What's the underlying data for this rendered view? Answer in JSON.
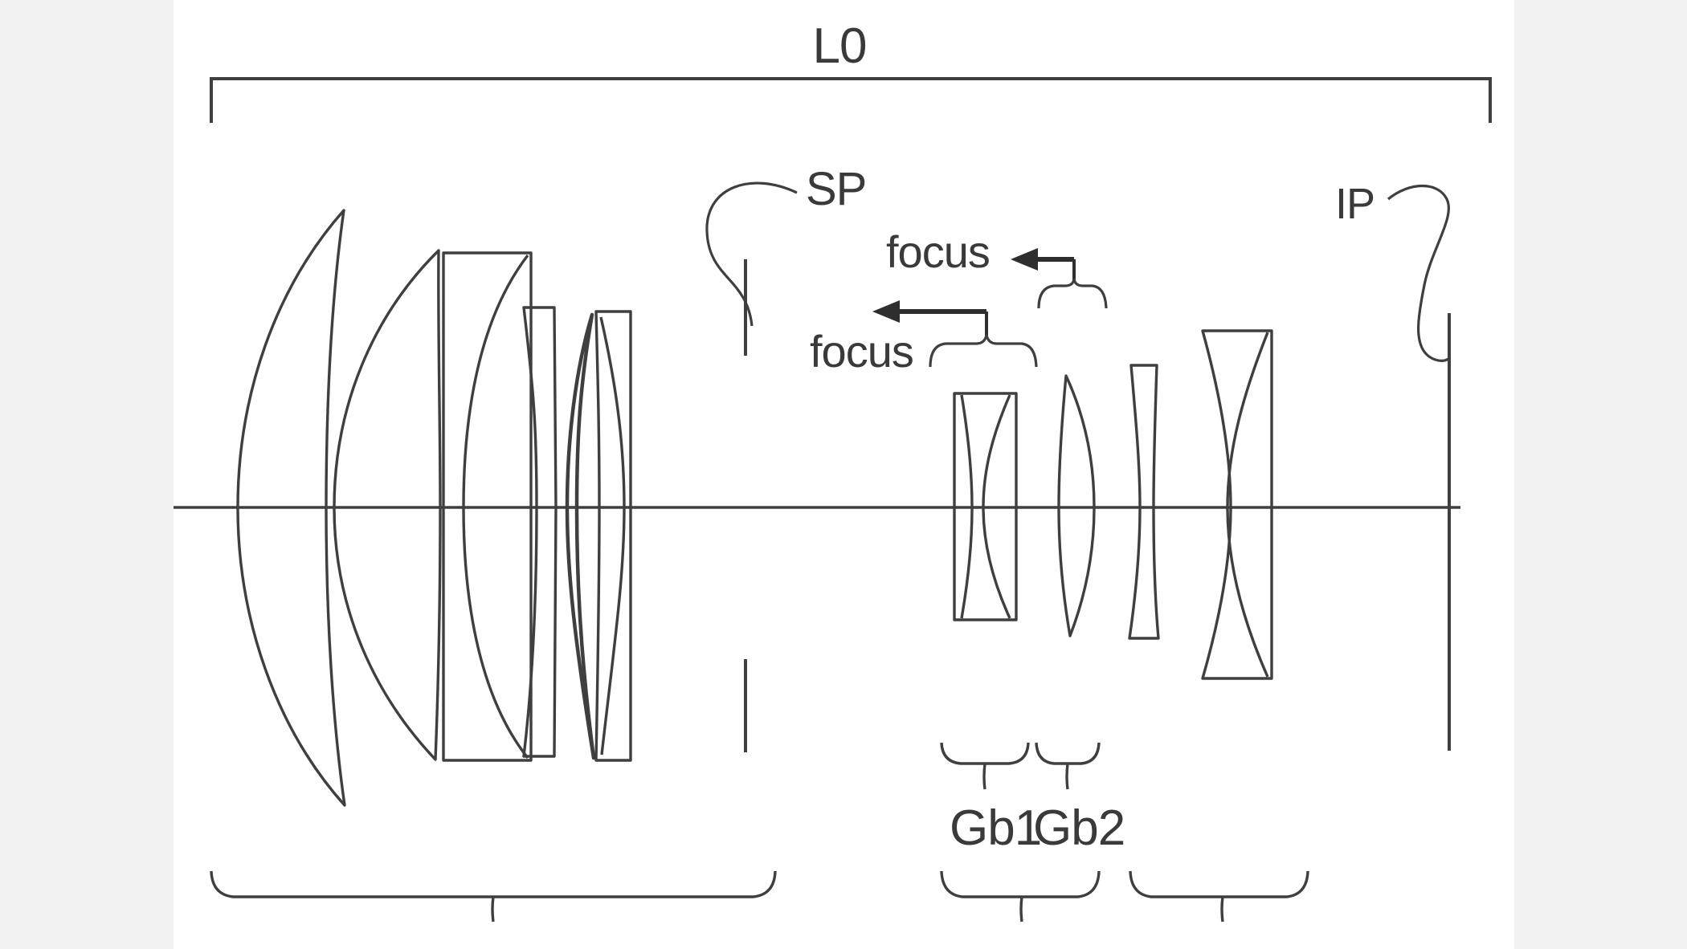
{
  "diagram": {
    "type": "optical-lens-cross-section",
    "overall_system_label": "L0",
    "aperture_stop_label": "SP",
    "image_plane_label": "IP",
    "focus_upper_label": "focus",
    "focus_lower_label": "focus",
    "group1_label": "Gb1",
    "group2_label": "Gb2",
    "focus_arrow_direction": "left",
    "colors": {
      "line": "#3f3f3f",
      "arrow": "#2e2e2e",
      "text": "#3a3a3a",
      "background": "#ffffff",
      "margin": "#f2f2f2"
    }
  }
}
